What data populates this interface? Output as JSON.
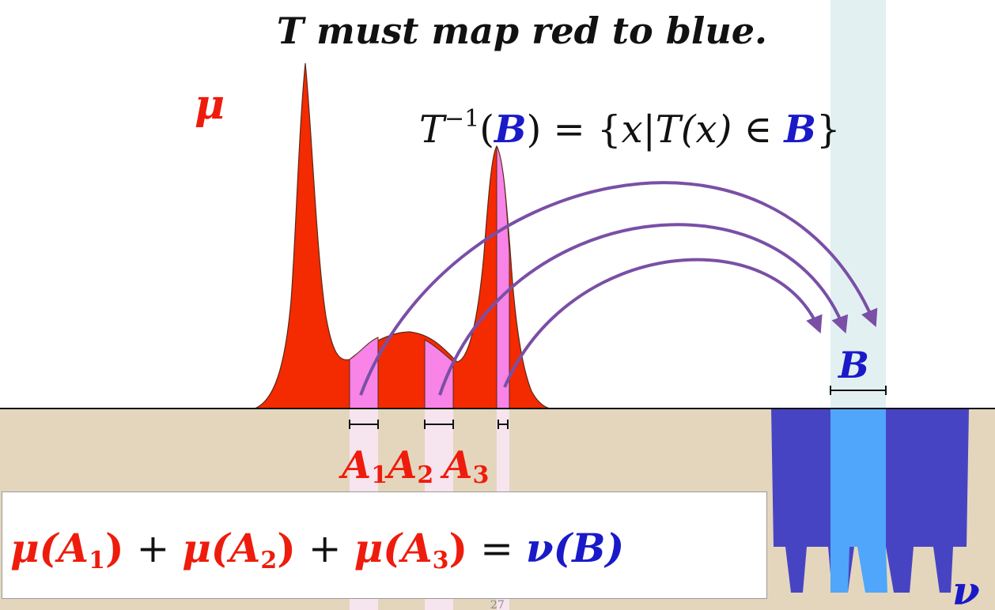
{
  "headline": "T must map red to blue.",
  "labels": {
    "mu": "μ",
    "nu": "ν",
    "B": "B",
    "A1": "A",
    "A1_sub": "1",
    "A2": "A",
    "A2_sub": "2",
    "A3": "A",
    "A3_sub": "3"
  },
  "preimage": {
    "T": "T",
    "sup": "−1",
    "open": "(",
    "B": "B",
    "close_eq": ") = {",
    "x_bar": "x|T(x) ∈ ",
    "B2": "B",
    "close_brace": "}"
  },
  "equation": {
    "t1a": "μ(A",
    "t1s": "1",
    "t1b": ")",
    "plus1": " + ",
    "t2a": "μ(A",
    "t2s": "2",
    "t2b": ")",
    "plus2": " + ",
    "t3a": "μ(A",
    "t3s": "3",
    "t3b": ")",
    "eq": " = ",
    "rhs": "ν(B)"
  },
  "page_number": "27",
  "colors": {
    "mu_red": "#f42a00",
    "highlight_pink": "#f784e6",
    "arrow_purple": "#7a4fa6",
    "nu_blue": "#4744c4",
    "B_light_blue": "#50a6fa",
    "ground_tan": "#e4d6bd",
    "label_red": "#ee1c0c",
    "label_blue": "#1a1ac8"
  }
}
